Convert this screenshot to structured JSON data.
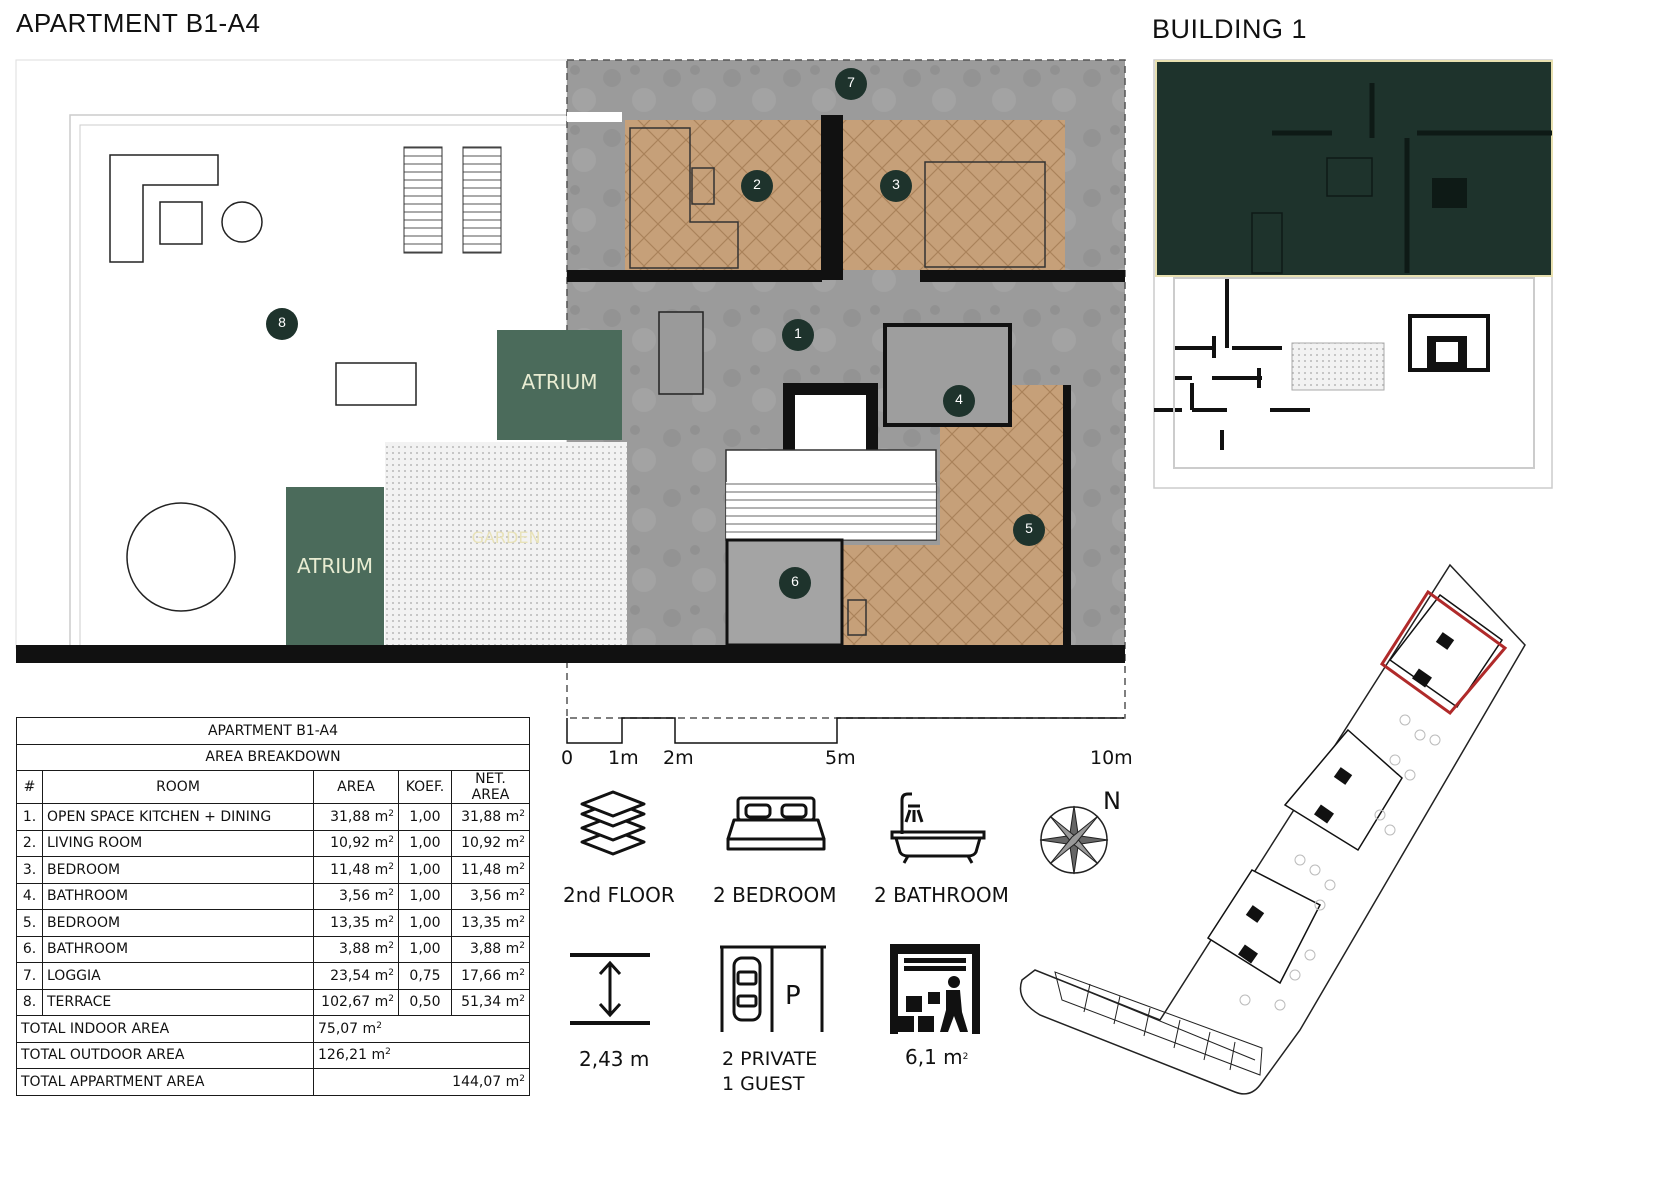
{
  "header": {
    "title": "APARTMENT B1-A4",
    "building": "BUILDING 1"
  },
  "plan": {
    "atrium_label": "ATRIUM",
    "garden_label": "GARDEN",
    "room_markers": [
      "1",
      "2",
      "3",
      "4",
      "5",
      "6",
      "7",
      "8"
    ]
  },
  "scale": {
    "labels": [
      "0",
      "1m",
      "2m",
      "5m",
      "10m"
    ]
  },
  "table": {
    "title": "APARTMENT B1-A4",
    "subtitle": "AREA BREAKDOWN",
    "columns": [
      "#",
      "ROOM",
      "AREA",
      "KOEF.",
      "NET. AREA"
    ],
    "unit": "m",
    "unit_exp": "2",
    "rows": [
      {
        "n": "1.",
        "room": "OPEN SPACE KITCHEN + DINING",
        "area": "31,88",
        "koef": "1,00",
        "net": "31,88"
      },
      {
        "n": "2.",
        "room": "LIVING ROOM",
        "area": "10,92",
        "koef": "1,00",
        "net": "10,92"
      },
      {
        "n": "3.",
        "room": "BEDROOM",
        "area": "11,48",
        "koef": "1,00",
        "net": "11,48"
      },
      {
        "n": "4.",
        "room": "BATHROOM",
        "area": "3,56",
        "koef": "1,00",
        "net": "3,56"
      },
      {
        "n": "5.",
        "room": "BEDROOM",
        "area": "13,35",
        "koef": "1,00",
        "net": "13,35"
      },
      {
        "n": "6.",
        "room": "BATHROOM",
        "area": "3,88",
        "koef": "1,00",
        "net": "3,88"
      },
      {
        "n": "7.",
        "room": "LOGGIA",
        "area": "23,54",
        "koef": "0,75",
        "net": "17,66"
      },
      {
        "n": "8.",
        "room": "TERRACE",
        "area": "102,67",
        "koef": "0,50",
        "net": "51,34"
      }
    ],
    "totals": [
      {
        "label": "TOTAL INDOOR AREA",
        "value": "75,07"
      },
      {
        "label": "TOTAL OUTDOOR AREA",
        "value": "126,21"
      },
      {
        "label": "TOTAL APPARTMENT AREA",
        "value": "144,07"
      }
    ]
  },
  "stats": {
    "floor": "2nd FLOOR",
    "bedrooms": "2 BEDROOM",
    "bathrooms": "2 BATHROOM",
    "compass": "N",
    "ceiling": "2,43 m",
    "parking_line1": "2 PRIVATE",
    "parking_line2": "1 GUEST",
    "parking_sign": "P",
    "storage_value": "6,1 m",
    "storage_exp": "2"
  },
  "icons": [
    "layers-icon",
    "bed-icon",
    "bathtub-icon",
    "compass-icon",
    "ceiling-height-icon",
    "parking-icon",
    "storage-icon"
  ],
  "colors": {
    "dark_green": "#1e332c",
    "atrium_green": "#4b6b5b",
    "wood": "#c39a70",
    "concrete": "#9c9c9c",
    "highlight_red": "#b02a2a"
  }
}
